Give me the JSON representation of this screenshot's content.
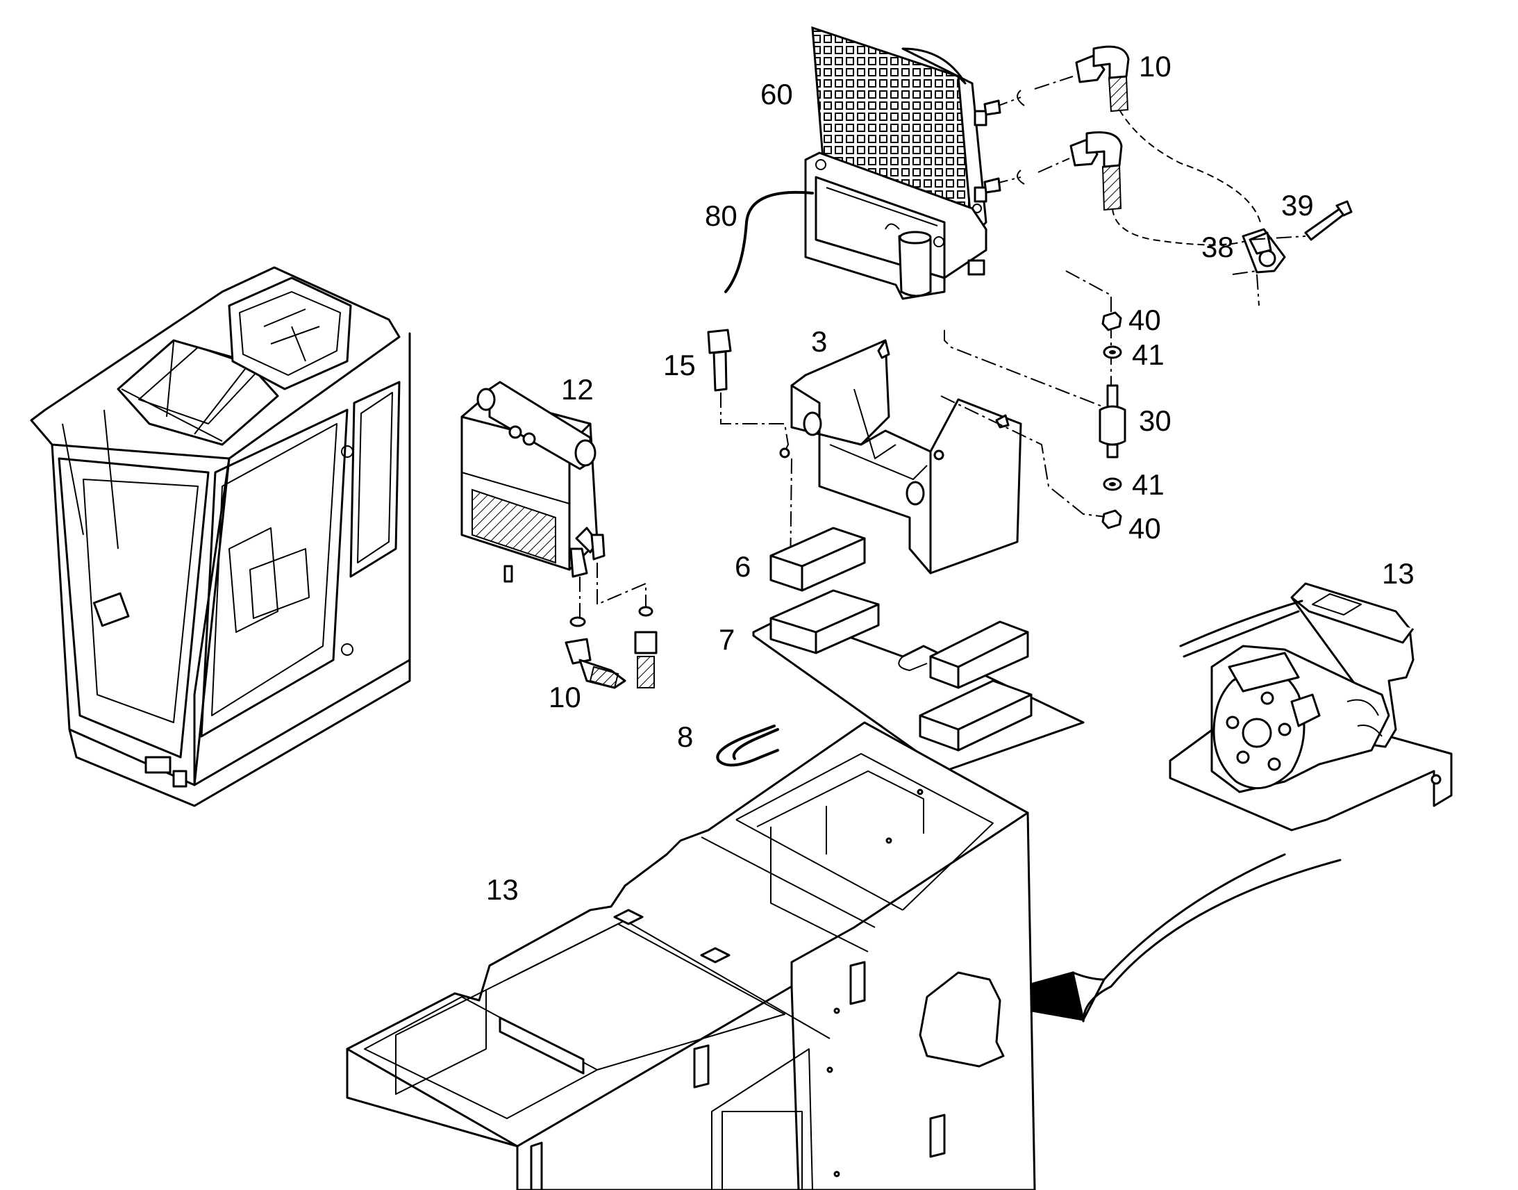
{
  "callouts": {
    "c60": "60",
    "c10_top": "10",
    "c80": "80",
    "c39": "39",
    "c38": "38",
    "c40_top": "40",
    "c41_top": "41",
    "c30": "30",
    "c41_bottom": "41",
    "c40_bottom": "40",
    "c15": "15",
    "c3": "3",
    "c12": "12",
    "c6": "6",
    "c7": "7",
    "c10_left": "10",
    "c8": "8",
    "c13_compressor": "13",
    "c13_frame": "13"
  }
}
